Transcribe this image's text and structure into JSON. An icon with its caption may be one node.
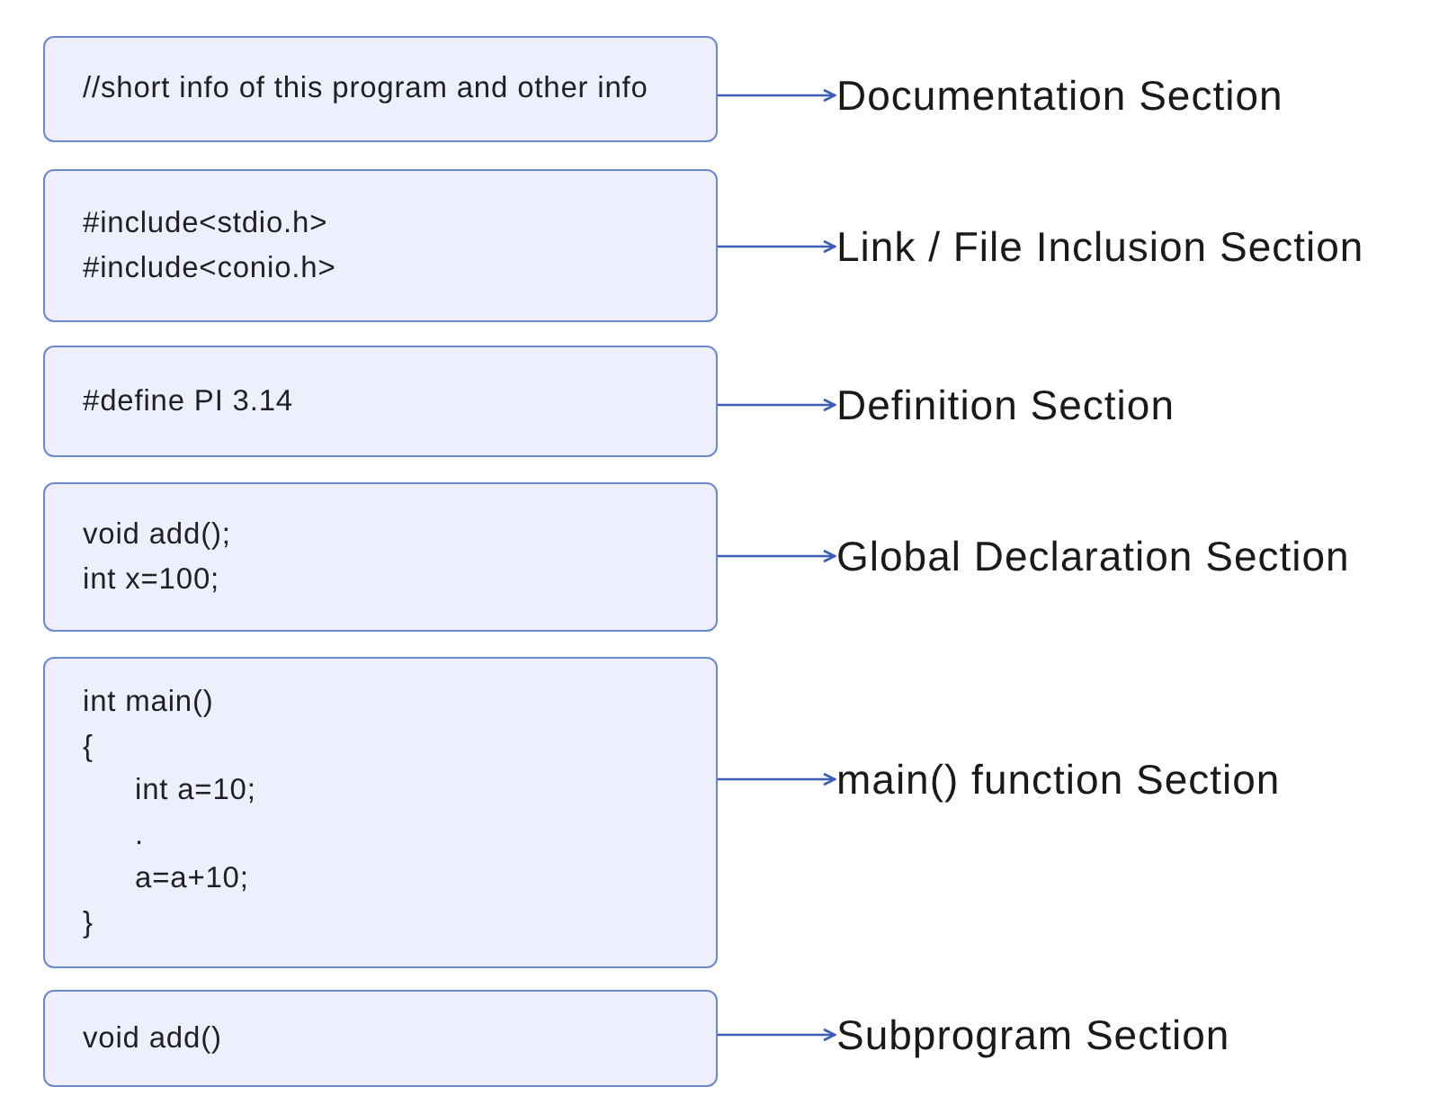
{
  "diagram": {
    "nodes": [
      {
        "text": [
          "//short info of this program and other info"
        ]
      },
      {
        "text": [
          "Documentation Section"
        ]
      },
      {
        "text": [
          "#include<stdio.h>",
          "#include<conio.h>"
        ]
      },
      {
        "text": [
          "Link / File Inclusion Section"
        ]
      },
      {
        "text": [
          "#define PI 3.14"
        ]
      },
      {
        "text": [
          "Definition Section"
        ]
      },
      {
        "text": [
          "void add();",
          "int x=100;"
        ]
      },
      {
        "text": [
          "Global Declaration Section"
        ]
      },
      {
        "text": [
          "int main()",
          "{",
          "int a=10;",
          ".",
          "a=a+10;",
          "}"
        ]
      },
      {
        "text": [
          "main() function Section"
        ]
      },
      {
        "text": [
          "void add()"
        ]
      },
      {
        "text": [
          "Subprogram Section"
        ]
      }
    ],
    "edges": [
      {
        "from": 0,
        "to": 1,
        "arrow": "to"
      },
      {
        "from": 2,
        "to": 3,
        "arrow": "to"
      },
      {
        "from": 4,
        "to": 5,
        "arrow": "to"
      },
      {
        "from": 6,
        "to": 7,
        "arrow": "to"
      },
      {
        "from": 8,
        "to": 9,
        "arrow": "to"
      },
      {
        "from": 10,
        "to": 11,
        "arrow": "to"
      }
    ]
  }
}
